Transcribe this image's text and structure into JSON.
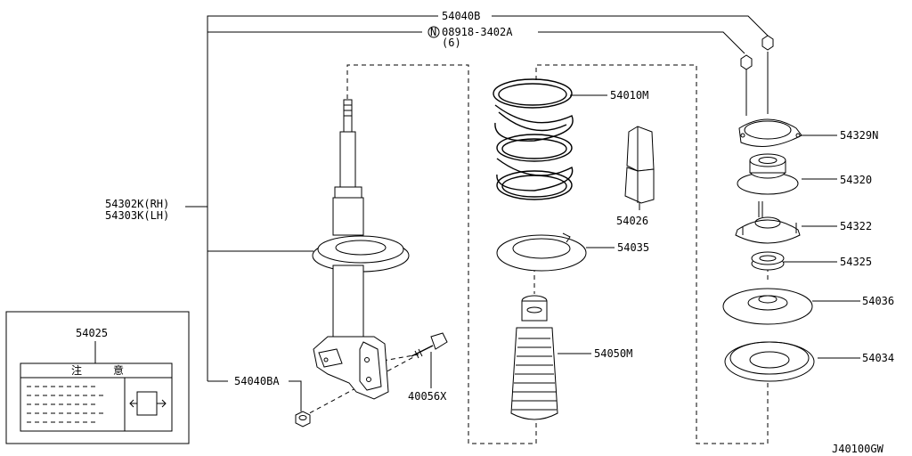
{
  "diagram": {
    "code": "J40100GW",
    "labels": {
      "p54040B": "54040B",
      "p08918_num": "08918-3402A",
      "p08918_n": "N",
      "p08918_qty": "(6)",
      "p54302K": "54302K(RH)",
      "p54303K": "54303K(LH)",
      "p54010M": "54010M",
      "p54026": "54026",
      "p54035": "54035",
      "p54050M": "54050M",
      "p54329N": "54329N",
      "p54320": "54320",
      "p54322": "54322",
      "p54325": "54325",
      "p54036": "54036",
      "p54034": "54034",
      "p54040BA": "54040BA",
      "p40056X": "40056X",
      "p54025": "54025"
    },
    "caution_label": {
      "char1": "注",
      "char2": "意"
    }
  }
}
